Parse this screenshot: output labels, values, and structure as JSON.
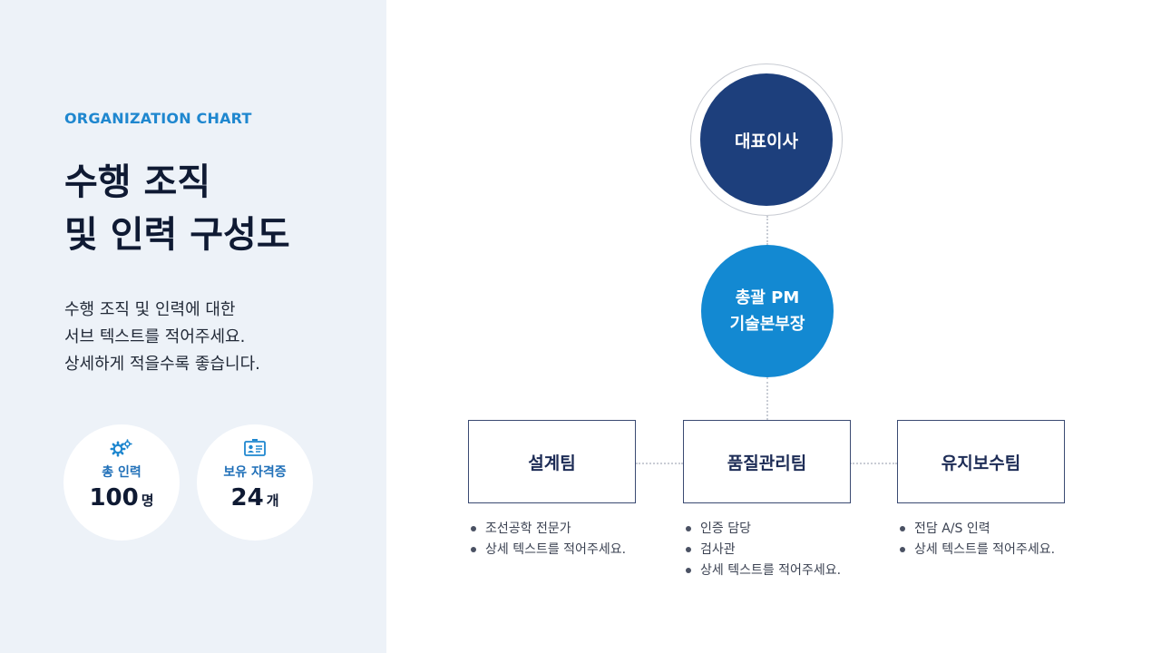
{
  "header": {
    "eyebrow": "ORGANIZATION CHART",
    "title_lines": [
      "수행 조직",
      "및 인력 구성도"
    ],
    "subtitle_lines": [
      "수행 조직 및 인력에 대한",
      "서브 텍스트를 적어주세요.",
      "상세하게 적을수록 좋습니다."
    ]
  },
  "stats": [
    {
      "icon": "gears-icon",
      "label": "총 인력",
      "value": "100",
      "unit": "명"
    },
    {
      "icon": "id-card-icon",
      "label": "보유 자격증",
      "value": "24",
      "unit": "개"
    }
  ],
  "org": {
    "ceo": "대표이사",
    "pm_lines": [
      "총괄 PM",
      "기술본부장"
    ],
    "teams": [
      {
        "name": "설계팀",
        "duties": [
          "조선공학 전문가",
          "상세 텍스트를 적어주세요."
        ]
      },
      {
        "name": "품질관리팀",
        "duties": [
          "인증 담당",
          "검사관",
          "상세 텍스트를 적어주세요."
        ]
      },
      {
        "name": "유지보수팀",
        "duties": [
          "전담 A/S 인력",
          "상세 텍스트를 적어주세요."
        ]
      }
    ]
  },
  "colors": {
    "left_panel_bg": "#edf2f8",
    "accent_blue": "#1f87cf",
    "ceo_navy": "#1d3f7c",
    "pm_blue": "#1389d2",
    "team_border": "#3a4a72",
    "title_dark": "#0f1a33"
  }
}
